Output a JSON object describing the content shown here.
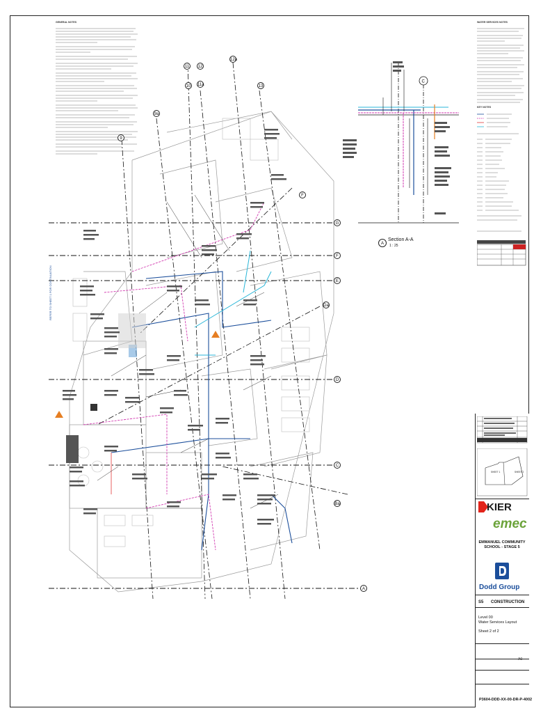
{
  "notes": {
    "general_heading": "GENERAL NOTES",
    "water_heading": "WATER SERVICES NOTES",
    "key_heading": "KEY NOTES"
  },
  "section": {
    "ref": "A",
    "title": "Section A-A",
    "scale": "1 : 25"
  },
  "grid": {
    "rows": [
      "G",
      "F",
      "E",
      "Da",
      "D",
      "C",
      "Ba",
      "A"
    ],
    "columns": [
      "9",
      "9a",
      "10",
      "11",
      "11a",
      "12",
      "12a",
      "13",
      "C"
    ]
  },
  "title_block": {
    "contractor": "KIER",
    "designer": "emec",
    "client": "EMMANUEL COMMUNITY SCHOOL - STAGE 5",
    "consultant": "Dodd Group",
    "status_code": "S5",
    "status": "CONSTRUCTION",
    "drawing_title_1": "Level 00",
    "drawing_title_2": "Water Services Layout",
    "drawing_title_3": "Sheet 2 of 2",
    "drawing_number": "P3604-DDD-XX-00-DR-P-4002",
    "sheet_1": "SHEET 1",
    "sheet_2": "SHEET 2",
    "size": "A0"
  },
  "vertical_label": "REFER TO SHEET 1 FOR CONTINUATION"
}
